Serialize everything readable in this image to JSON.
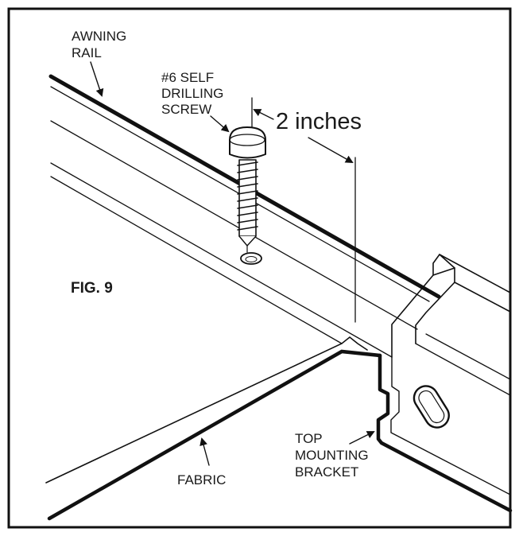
{
  "figure": {
    "label": "FIG. 9",
    "dimension": "2 inches"
  },
  "callouts": {
    "awning_rail": [
      "AWNING",
      "RAIL"
    ],
    "screw": [
      "#6 SELF",
      "DRILLING",
      "SCREW"
    ],
    "fabric": "FABRIC",
    "bracket": [
      "TOP",
      "MOUNTING",
      "BRACKET"
    ]
  }
}
